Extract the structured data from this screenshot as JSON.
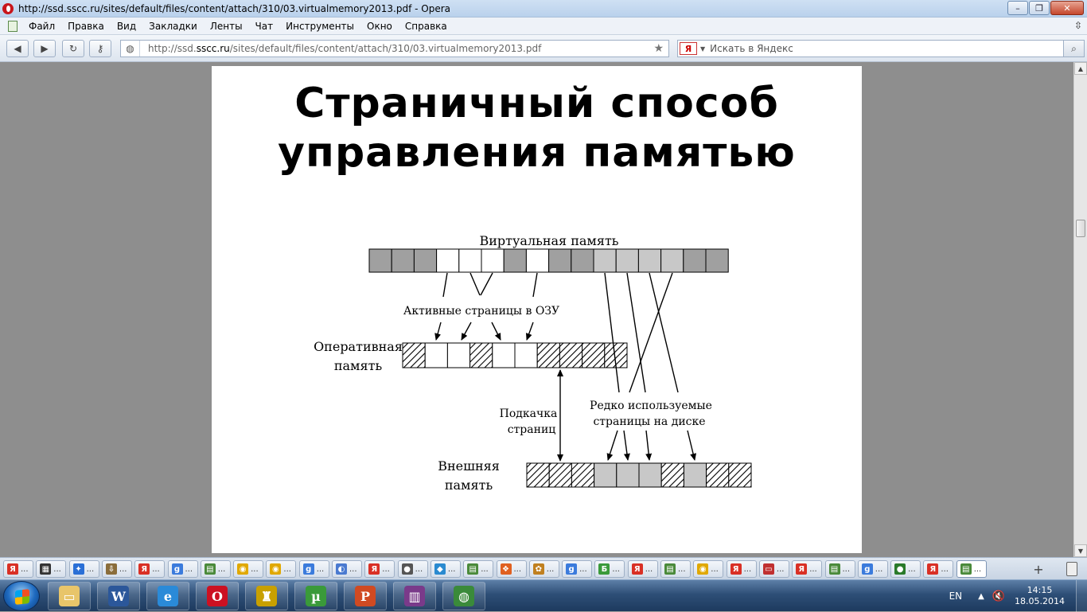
{
  "window": {
    "title": "http://ssd.sscc.ru/sites/default/files/content/attach/310/03.virtualmemory2013.pdf - Opera",
    "minimize": "–",
    "maximize": "❐",
    "close": "✕"
  },
  "menu": {
    "items": [
      "Файл",
      "Правка",
      "Вид",
      "Закладки",
      "Ленты",
      "Чат",
      "Инструменты",
      "Окно",
      "Справка"
    ],
    "right_control": "⇳"
  },
  "address_bar": {
    "prefix": "http://ssd.",
    "host": "sscc.ru",
    "path": "/sites/default/files/content/attach/310/03.virtualmemory2013.pdf"
  },
  "search": {
    "engine_label": "Я",
    "placeholder": "Искать в Яндекс"
  },
  "slide": {
    "title_line1": "Страничный способ",
    "title_line2": "управления памятью",
    "labels": {
      "virtual_memory": "Виртуальная память",
      "active_pages": "Активные страницы в ОЗУ",
      "ram_line1": "Оперативная",
      "ram_line2": "память",
      "swap_line1": "Подкачка",
      "swap_line2": "страниц",
      "rare_line1": "Редко используемые",
      "rare_line2": "страницы на диске",
      "external_line1": "Внешняя",
      "external_line2": "память"
    }
  },
  "colors": {
    "dark_cell": "#a0a0a0",
    "light_cell": "#c8c8c8",
    "white_cell": "#ffffff"
  },
  "tabs": [
    {
      "label": "Я",
      "color": "#d93025"
    },
    {
      "label": "▦",
      "color": "#333333"
    },
    {
      "label": "✦",
      "color": "#2a6fd6"
    },
    {
      "label": "⇩",
      "color": "#8a6d3b"
    },
    {
      "label": "Я",
      "color": "#d93025"
    },
    {
      "label": "g",
      "color": "#3b7bdc"
    },
    {
      "label": "▤",
      "color": "#4a8a3a"
    },
    {
      "label": "◉",
      "color": "#e0a800"
    },
    {
      "label": "◉",
      "color": "#e0a800"
    },
    {
      "label": "g",
      "color": "#3b7bdc"
    },
    {
      "label": "◐",
      "color": "#4a7ad0"
    },
    {
      "label": "Я",
      "color": "#d93025"
    },
    {
      "label": "●",
      "color": "#555555"
    },
    {
      "label": "◆",
      "color": "#2a8ad0"
    },
    {
      "label": "▤",
      "color": "#4a8a3a"
    },
    {
      "label": "❖",
      "color": "#e06020"
    },
    {
      "label": "✿",
      "color": "#c08020"
    },
    {
      "label": "g",
      "color": "#3b7bdc"
    },
    {
      "label": "Б",
      "color": "#3a9a3a"
    },
    {
      "label": "Я",
      "color": "#d93025"
    },
    {
      "label": "▤",
      "color": "#4a8a3a"
    },
    {
      "label": "◉",
      "color": "#e0a800"
    },
    {
      "label": "Я",
      "color": "#d93025"
    },
    {
      "label": "▭",
      "color": "#c03030"
    },
    {
      "label": "Я",
      "color": "#d93025"
    },
    {
      "label": "▤",
      "color": "#4a8a3a"
    },
    {
      "label": "g",
      "color": "#3b7bdc"
    },
    {
      "label": "●",
      "color": "#2a7a2a"
    },
    {
      "label": "Я",
      "color": "#d93025"
    },
    {
      "label": "▤",
      "color": "#4a8a3a"
    }
  ],
  "tab_dots": "...",
  "taskbar": {
    "apps": [
      {
        "name": "explorer-icon",
        "label": "▭",
        "color": "#e8c56a"
      },
      {
        "name": "word-icon",
        "label": "W",
        "color": "#2b579a"
      },
      {
        "name": "ie-icon",
        "label": "e",
        "color": "#2a8ad8"
      },
      {
        "name": "opera-icon",
        "label": "O",
        "color": "#cc1122"
      },
      {
        "name": "game-icon",
        "label": "♜",
        "color": "#c8a000"
      },
      {
        "name": "utorrent-icon",
        "label": "µ",
        "color": "#3a9a3a"
      },
      {
        "name": "powerpoint-icon",
        "label": "P",
        "color": "#d04a22"
      },
      {
        "name": "winrar-icon",
        "label": "▥",
        "color": "#7a3a8a"
      },
      {
        "name": "globe-icon",
        "label": "◍",
        "color": "#3a8a3a"
      }
    ],
    "lang": "EN",
    "tray_up": "▲",
    "tray_speaker": "🔇",
    "time": "14:15",
    "date": "18.05.2014"
  }
}
